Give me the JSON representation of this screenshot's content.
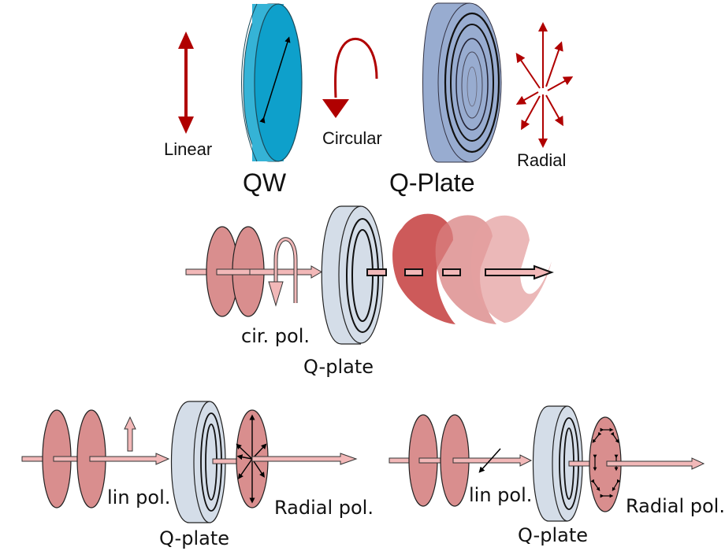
{
  "top_row": {
    "linear_label": "Linear",
    "qw_label": "QW",
    "circular_label": "Circular",
    "qplate_label": "Q-Plate",
    "radial_label": "Radial"
  },
  "middle_row": {
    "input_label": "cir. pol.",
    "plate_label": "Q-plate"
  },
  "bottom_left": {
    "input_label": "lin pol.",
    "plate_label": "Q-plate",
    "output_label": "Radial pol."
  },
  "bottom_right": {
    "input_label": "lin pol.",
    "plate_label": "Q-plate",
    "output_label": "Radial pol."
  },
  "colors": {
    "arrow_red": "#b00000",
    "qw_blue": "#2fb0d4",
    "qw_face": "#12a0cc",
    "qplate_blue": "#98acd0",
    "disk_pink": "#d98e8e",
    "plate_grey": "#d4dde8",
    "beam_pink": "#f2b8b8",
    "helix_red": "#c84848"
  }
}
